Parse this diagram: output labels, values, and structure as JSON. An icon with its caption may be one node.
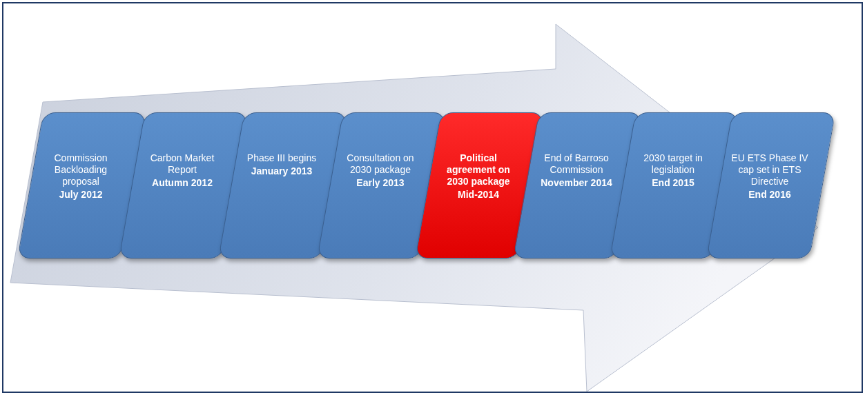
{
  "diagram": {
    "nodes": [
      {
        "text": [
          "Commission Backloading proposal",
          "July 2012"
        ]
      },
      {
        "text": [
          "Carbon Market Report",
          "Autumn 2012"
        ]
      },
      {
        "text": [
          "Phase III begins",
          "January 2013"
        ]
      },
      {
        "text": [
          "Consultation on 2030 package",
          "Early 2013"
        ]
      },
      {
        "text": [
          "Political agreement on 2030 package",
          "Mid-2014"
        ]
      },
      {
        "text": [
          "End of Barroso Commission",
          "November 2014"
        ]
      },
      {
        "text": [
          "2030 target in legislation",
          "End 2015"
        ]
      },
      {
        "text": [
          "EU ETS Phase IV cap set in ETS Directive",
          "End 2016"
        ]
      }
    ],
    "edges": [
      {
        "from": 0,
        "to": 7,
        "arrow": "to"
      }
    ]
  }
}
